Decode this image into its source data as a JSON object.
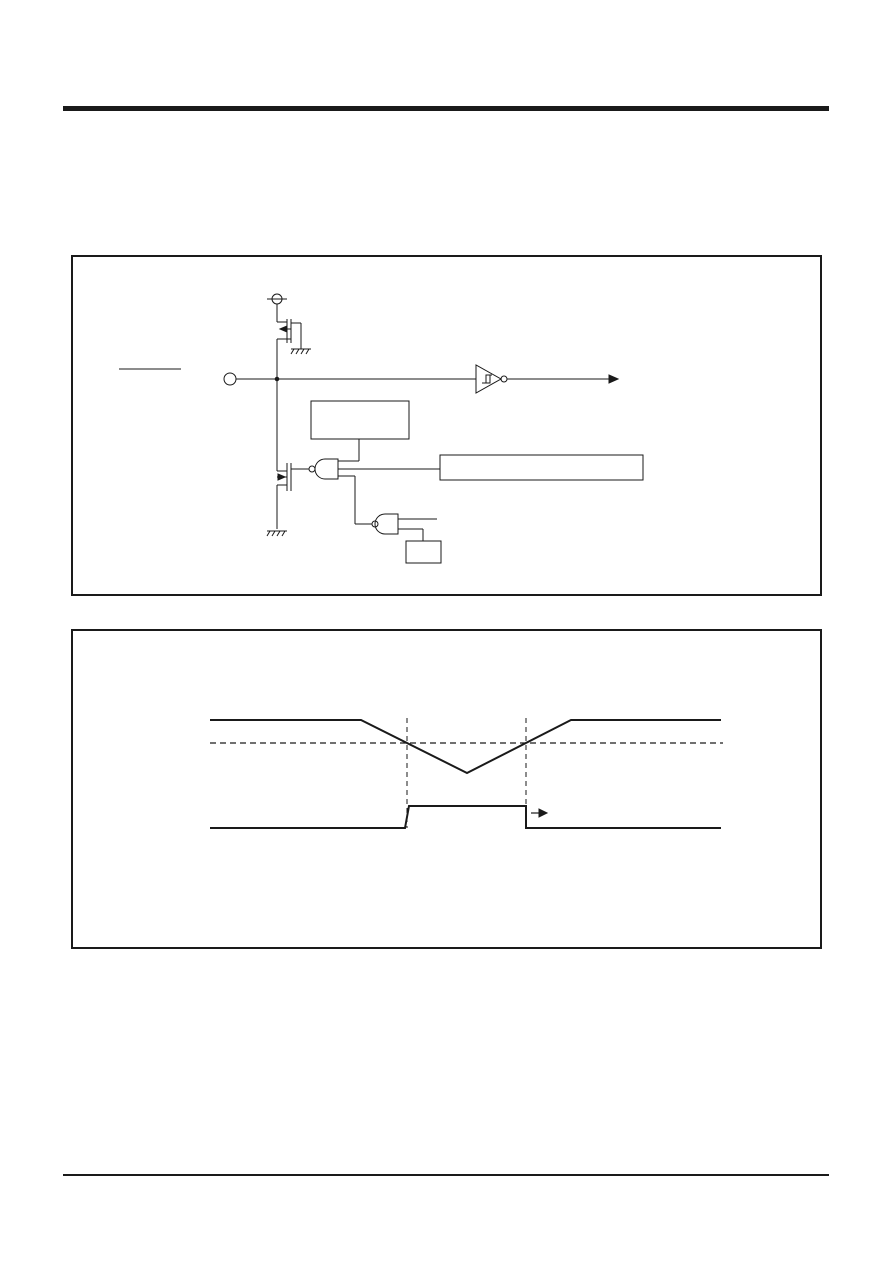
{
  "page": {
    "top_rule": "section-header-rule",
    "bottom_rule": "footer-rule"
  },
  "circuit_diagram": {
    "components": {
      "pad": "input-pad",
      "pullup_transistor": "p-channel-mosfet",
      "pulldown_transistor": "n-channel-mosfet",
      "schmitt_buffer": "schmitt-trigger-inverter",
      "nand_gate_main": "nand-gate",
      "nand_gate_secondary": "nand-gate",
      "control_block_upper": "",
      "control_block_right": "",
      "control_block_small": ""
    },
    "labels": {
      "pin_name_overline": ""
    }
  },
  "timing_diagram": {
    "signals": [
      {
        "name": "",
        "shape": "analog-dip"
      },
      {
        "name": "",
        "shape": "digital-pulse"
      }
    ],
    "threshold_line": "dashed",
    "markers": [
      "dashed-vertical-1",
      "dashed-vertical-2"
    ],
    "arrow": "right"
  }
}
